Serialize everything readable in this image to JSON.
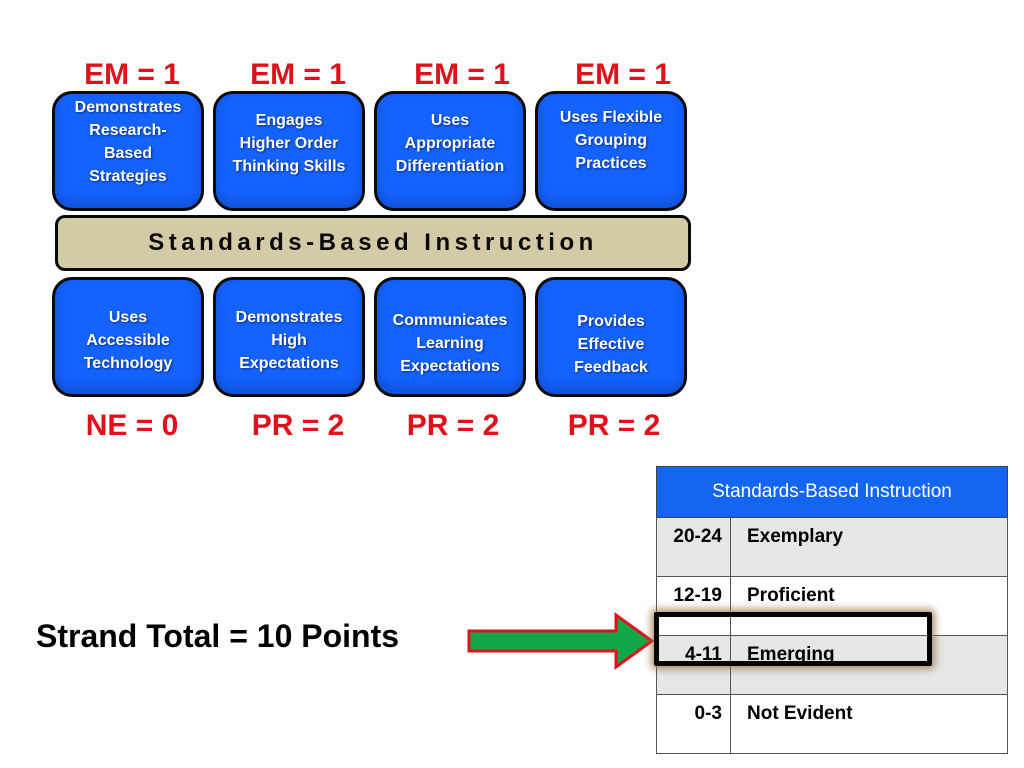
{
  "top_scores": [
    "EM = 1",
    "EM = 1",
    "EM = 1",
    "EM = 1"
  ],
  "top_boxes": [
    "Demonstrates\nResearch-\nBased\nStrategies",
    "\nEngages\nHigher Order\nThinking Skills",
    "\nUses\nAppropriate\nDifferentiation",
    "Uses Flexible\nGrouping\nPractices"
  ],
  "center_bar": "Standards-Based Instruction",
  "bottom_boxes": [
    "Uses\nAccessible\nTechnology",
    "Demonstrates\nHigh\nExpectations",
    "Communicates\nLearning\nExpectations",
    "Provides\nEffective\nFeedback"
  ],
  "bottom_scores": [
    "NE = 0",
    "PR = 2",
    "PR = 2",
    "PR = 2"
  ],
  "strand_total": "Strand Total = 10 Points",
  "scale_table": {
    "header": "Standards-Based Instruction",
    "rows": [
      {
        "range": "20-24",
        "level": "Exemplary"
      },
      {
        "range": "12-19",
        "level": "Proficient"
      },
      {
        "range": "4-11",
        "level": "Emerging"
      },
      {
        "range": "0-3",
        "level": "Not Evident"
      }
    ],
    "highlighted_row": "Emerging"
  },
  "colors": {
    "score_red": "#e0111b",
    "box_blue": "#1462ff",
    "bar_tan": "#d3cba6",
    "arrow_green": "#12a84a",
    "arrow_border": "#e0111b",
    "table_header_blue": "#1466f2"
  }
}
